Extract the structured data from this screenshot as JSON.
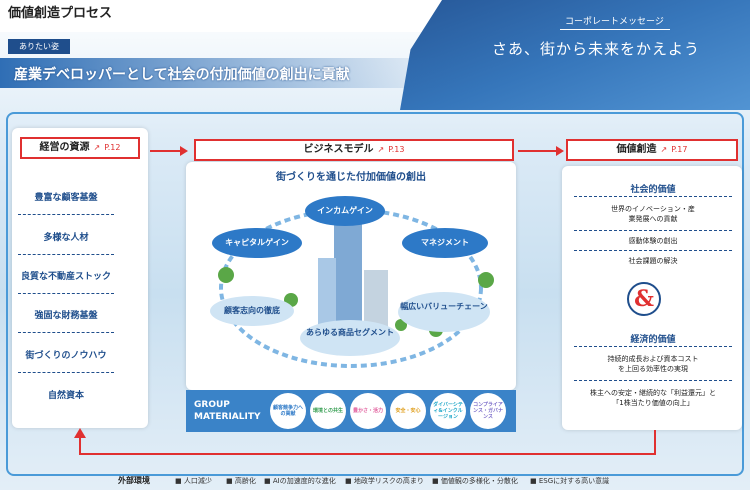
{
  "header": {
    "page_title": "価値創造プロセス",
    "ideal_tag": "ありたい姿",
    "mission": "産業デベロッパーとして社会の付加価値の創出に貢献",
    "corporate_label": "コーポレートメッセージ",
    "corporate_message": "さあ、街から未来をかえよう"
  },
  "left": {
    "title": "経営の資源",
    "page_ref": "P.12",
    "items": [
      "豊富な顧客基盤",
      "多様な人材",
      "良質な不動産ストック",
      "強固な財務基盤",
      "街づくりのノウハウ",
      "自然資本"
    ]
  },
  "center": {
    "title": "ビジネスモデル",
    "page_ref": "P.13",
    "subtitle": "街づくりを通じた付加価値の創出",
    "cycle": [
      "インカムゲイン",
      "キャピタルゲイン",
      "マネジメント",
      "顧客志向の徹底",
      "幅広いバリューチェーン",
      "あらゆる商品セグメント"
    ],
    "group_materiality_label": [
      "GROUP",
      "MATERIALITY"
    ],
    "materiality": [
      "顧客競争力への貢献",
      "環境との共生",
      "豊かさ・活力",
      "安全・安心",
      "ダイバーシティ&インクルージョン",
      "コンプライアンス・ガバナンス"
    ]
  },
  "right": {
    "title": "価値創造",
    "page_ref": "P.17",
    "social_title": "社会的価値",
    "social_items": [
      "世界のイノベーション・産業発展への貢献",
      "感動体験の創出",
      "社会課題の解決"
    ],
    "economic_title": "経済的価値",
    "economic_items": [
      "持続的成長および資本コストを上回る効率性の実現",
      "株主への安定・継続的な「利益還元」と「1株当たり価値の向上」"
    ]
  },
  "external": {
    "label": "外部環境",
    "items": [
      "人口減少",
      "高齢化",
      "AIの加速度的な進化",
      "地政学リスクの高まり",
      "価値観の多様化・分散化",
      "ESGに対する高い意識"
    ]
  },
  "colors": {
    "accent_red": "#e03030",
    "navy": "#1f4e8c",
    "blue": "#2d79c7"
  }
}
